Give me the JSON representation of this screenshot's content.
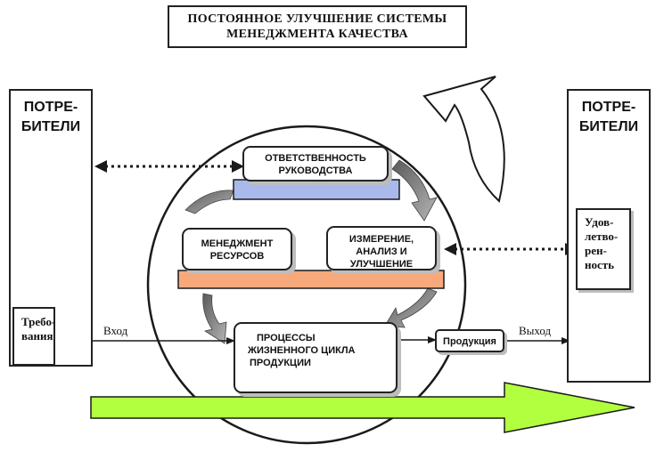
{
  "title": {
    "line1": "ПОСТОЯННОЕ УЛУЧШЕНИЕ СИСТЕМЫ",
    "line2": "МЕНЕДЖМЕНТА  КАЧЕСТВА"
  },
  "customers_left": {
    "line1": "ПОТРЕ-",
    "line2": "БИТЕЛИ",
    "requirements_line1": "Требо-",
    "requirements_line2": "вания"
  },
  "customers_right": {
    "line1": "ПОТРЕ-",
    "line2": "БИТЕЛИ",
    "satisfaction_line1": "Удов-",
    "satisfaction_line2": "летво-",
    "satisfaction_line3": "рен-",
    "satisfaction_line4": "ность"
  },
  "processes": {
    "management_responsibility_line1": "ОТВЕТСТВЕННОСТЬ",
    "management_responsibility_line2": "РУКОВОДСТВА",
    "resource_management_line1": "МЕНЕДЖМЕНТ",
    "resource_management_line2": "РЕСУРСОВ",
    "measurement_line1": "ИЗМЕРЕНИЕ,",
    "measurement_line2": "АНАЛИЗ И",
    "measurement_line3": "УЛУЧШЕНИЕ",
    "lifecycle_line1": "ПРОЦЕССЫ",
    "lifecycle_line2": "ЖИЗНЕННОГО ЦИКЛА",
    "lifecycle_line3": "ПРОДУКЦИИ",
    "product": "Продукция"
  },
  "flows": {
    "input": "Вход",
    "output": "Выход"
  },
  "colors": {
    "bar_blue": "#a9b9ec",
    "bar_orange": "#f7a97c",
    "arrow_green": "#b2ff3f",
    "cycle_arrow_gray": "#8a8a8a"
  }
}
